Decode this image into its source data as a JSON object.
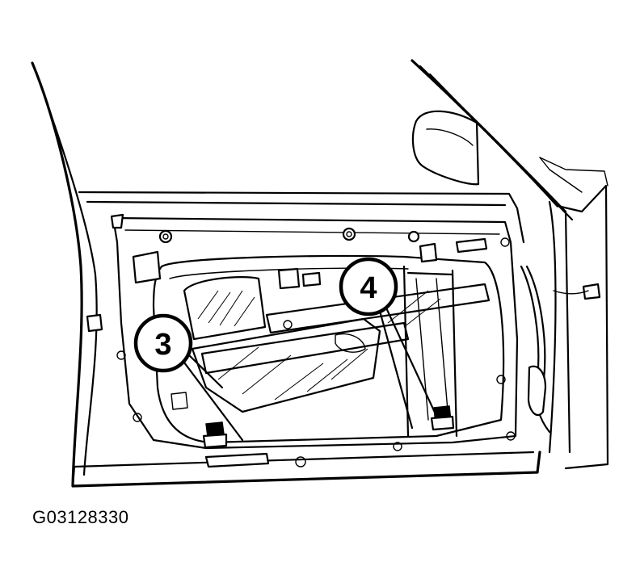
{
  "figure": {
    "code": "G03128330"
  },
  "callouts": [
    {
      "id": "3",
      "label": "3"
    },
    {
      "id": "4",
      "label": "4"
    }
  ]
}
